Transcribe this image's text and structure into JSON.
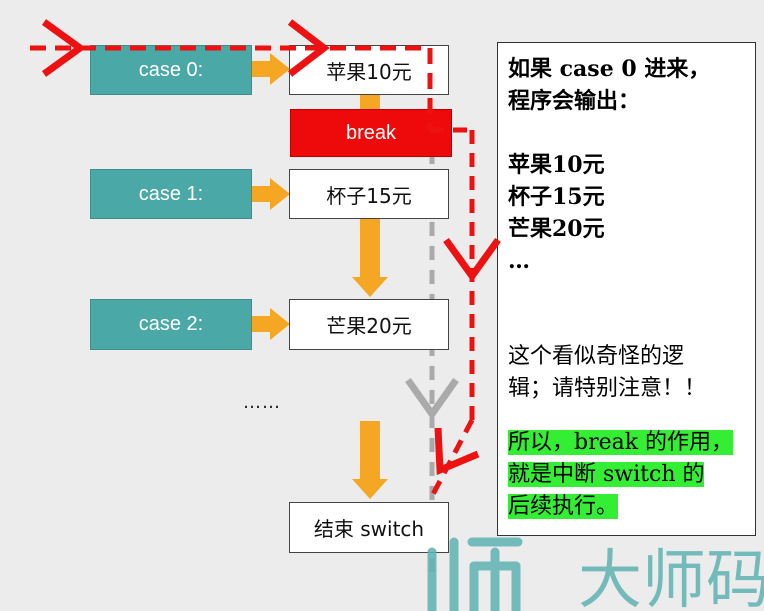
{
  "cases": [
    {
      "label": "case 0:",
      "value": "苹果10元"
    },
    {
      "label": "case 1:",
      "value": "杯子15元"
    },
    {
      "label": "case 2:",
      "value": "芒果20元"
    }
  ],
  "break_label": "break",
  "ellipsis": "……",
  "end_label": "结束 switch",
  "note": {
    "line1": "如果 case 0 进来，",
    "line2": "程序会输出：",
    "outputs": [
      "苹果10元",
      "杯子15元",
      "芒果20元",
      "…"
    ],
    "warning_line1": "这个看似奇怪的逻",
    "warning_line2": "辑；请特别注意！！",
    "summary_line1": "所以，break 的作用，",
    "summary_line2": "就是中断 switch 的",
    "summary_line3": "后续执行。"
  },
  "watermark": "大师码",
  "colors": {
    "case_box": "#4aa8a6",
    "break_box": "#ee0a0a",
    "flow_arrow": "#f5a623",
    "dashed_path": "#ee1111",
    "gray_path": "#aaaaaa",
    "highlight": "#33ee33"
  }
}
